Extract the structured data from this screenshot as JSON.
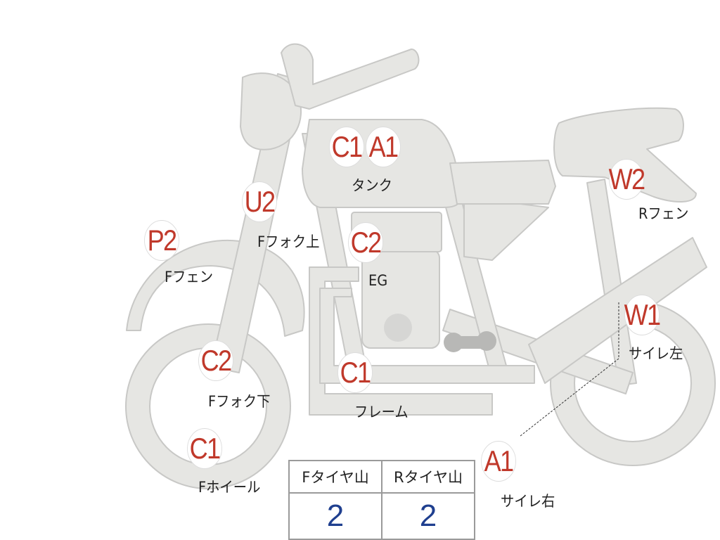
{
  "markers": [
    {
      "id": "tank-c1",
      "code": "C1"
    },
    {
      "id": "tank-a1",
      "code": "A1"
    },
    {
      "id": "fork-upper-u2",
      "code": "U2"
    },
    {
      "id": "front-fender-p2",
      "code": "P2"
    },
    {
      "id": "engine-c2",
      "code": "C2"
    },
    {
      "id": "fork-lower-c2",
      "code": "C2"
    },
    {
      "id": "frame-c1",
      "code": "C1"
    },
    {
      "id": "front-wheel-c1",
      "code": "C1"
    },
    {
      "id": "rear-fender-w2",
      "code": "W2"
    },
    {
      "id": "muffler-left-w1",
      "code": "W1"
    },
    {
      "id": "muffler-right-a1",
      "code": "A1"
    }
  ],
  "labels": {
    "tank": "タンク",
    "fork_upper": "Fフォク上",
    "front_fender": "Fフェン",
    "engine": "EG",
    "fork_lower": "Fフォク下",
    "frame": "フレーム",
    "front_wheel": "Fホイール",
    "rear_fender": "Rフェン",
    "muffler_left": "サイレ左",
    "muffler_right": "サイレ右"
  },
  "tire_tread": {
    "front_header": "Fタイヤ山",
    "rear_header": "Rタイヤ山",
    "front_value": "2",
    "rear_value": "2"
  },
  "colors": {
    "body": "#e6e6e3",
    "outline": "#c8c8c6",
    "marker_text": "#c0392b",
    "value_text": "#1f3f8f"
  }
}
